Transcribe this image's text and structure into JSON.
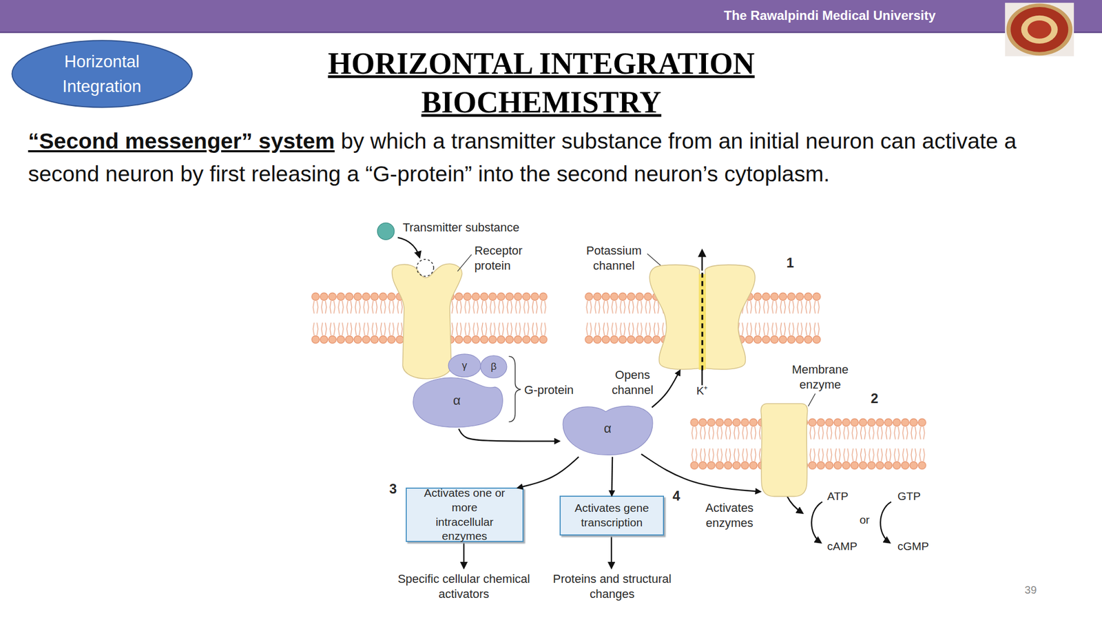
{
  "diagram": {
    "title": "HORIZONTAL INTEGRATION BIOCHEMISTRY",
    "nodes": [
      {
        "text": [
          "Horizontal Integration"
        ]
      },
      {
        "text": [
          "α"
        ]
      },
      {
        "text": [
          "γ"
        ]
      },
      {
        "text": [
          "β"
        ]
      },
      {
        "text": [
          "Potassium channel"
        ]
      },
      {
        "text": [
          "α"
        ]
      },
      {
        "text": [
          "Membrane enzyme"
        ]
      },
      {
        "text": [
          "Activates one or more intracellular enzymes"
        ]
      },
      {
        "text": [
          "Activates gene transcription"
        ]
      }
    ],
    "edges": [
      {
        "from": 1,
        "to": 5,
        "arrow": "to"
      },
      {
        "from": 5,
        "to": 4,
        "label": "Opens channel",
        "arrow": "to"
      },
      {
        "from": 5,
        "to": 7,
        "arrow": "to"
      },
      {
        "from": 5,
        "to": 8,
        "arrow": "to"
      },
      {
        "from": 5,
        "to": 6,
        "label": "Activates enzymes",
        "arrow": "to"
      }
    ],
    "labels": [
      "The Rawalpindi Medical University",
      "“Second messenger” system",
      "by which a transmitter substance from an initial neuron can activate a second neuron by first releasing a “G-protein” into the second neuron’s cytoplasm.",
      "Transmitter substance",
      "Receptor protein",
      "1",
      "G-protein",
      "K⁺",
      "2",
      "ATP",
      "GTP",
      "or",
      "cAMP",
      "cGMP",
      "3",
      "4",
      "Specific cellular chemical activators",
      "Proteins and structural changes",
      "39"
    ]
  }
}
